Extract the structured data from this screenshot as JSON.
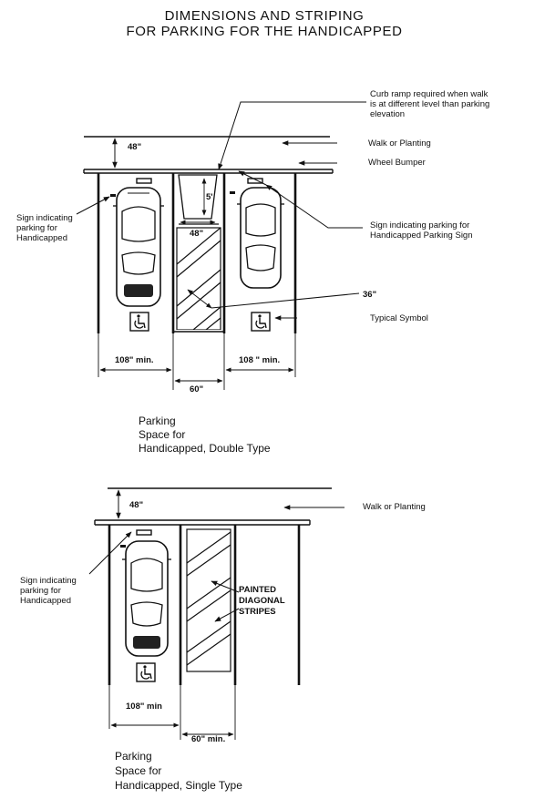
{
  "title": {
    "line1": "DIMENSIONS AND STRIPING",
    "line2": "FOR PARKING FOR THE HANDICAPPED"
  },
  "double": {
    "curb_ramp": [
      "Curb ramp required when walk",
      "is at different level than parking",
      "elevation"
    ],
    "walk": "Walk or Planting",
    "wheel_bumper": "Wheel Bumper",
    "sign_left": [
      "Sign indicating",
      "parking for",
      "Handicapped"
    ],
    "sign_right": [
      "Sign indicating parking for",
      "Handicapped Parking Sign"
    ],
    "dim_48": "48\"",
    "dim_5": "5'",
    "dim_48_ramp": "48\"",
    "dim_36": "36\"",
    "typical_symbol": "Typical Symbol",
    "dim_108_left": "108\" min.",
    "dim_108_right": "108 \" min.",
    "dim_60": "60\"",
    "caption": [
      "Parking",
      "Space for",
      "Handicapped, Double Type"
    ]
  },
  "single": {
    "dim_48": "48\"",
    "walk": "Walk or Planting",
    "sign": [
      "Sign indicating",
      "parking for",
      "Handicapped"
    ],
    "painted": [
      "PAINTED",
      "DIAGONAL",
      "STRIPES"
    ],
    "dim_108": "108\" min",
    "dim_60": "60\" min.",
    "caption": [
      "Parking",
      "Space for",
      "Handicapped, Single Type"
    ]
  }
}
